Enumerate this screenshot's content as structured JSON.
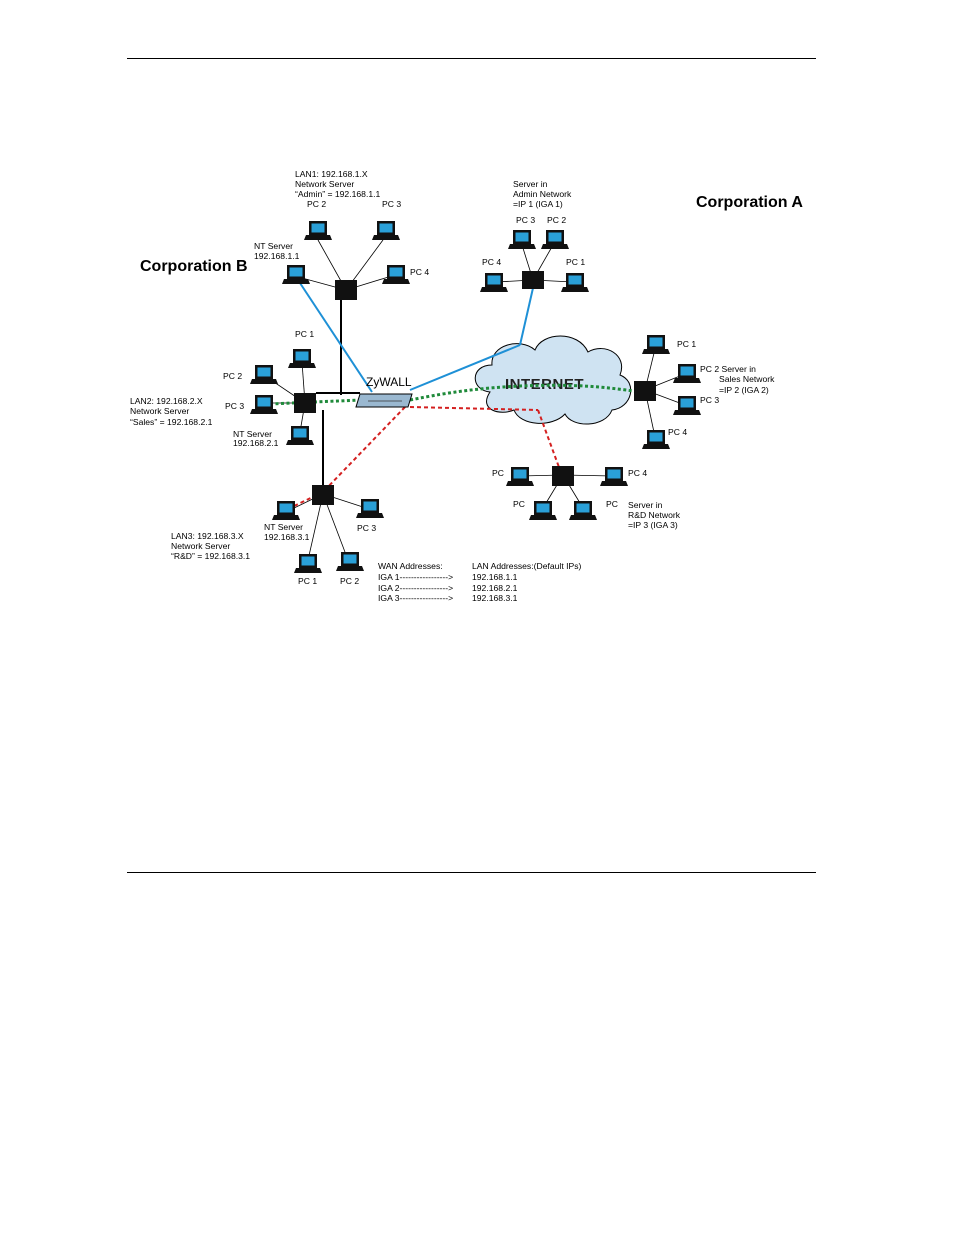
{
  "labels": {
    "corp_a": "Corporation A",
    "corp_b": "Corporation B",
    "internet": "INTERNET",
    "zywall": "ZyWALL",
    "lan1": [
      "LAN1: 192.168.1.X",
      "Network Server",
      "“Admin” = 192.168.1.1"
    ],
    "lan2": [
      "LAN2: 192.168.2.X",
      "Network Server",
      "“Sales” = 192.168.2.1"
    ],
    "lan3": [
      "LAN3: 192.168.3.X",
      "Network Server",
      "“R&D” = 192.168.3.1"
    ],
    "nt1": [
      "NT Server",
      "192.168.1.1"
    ],
    "nt2": [
      "NT Server",
      "192.168.2.1"
    ],
    "nt3": [
      "NT Server",
      "192.168.3.1"
    ],
    "admin_srv": [
      "Server in",
      "Admin Network",
      "=IP 1 (IGA 1)"
    ],
    "sales_srv": [
      "PC 2 Server in",
      "Sales Network",
      "=IP 2 (IGA 2)"
    ],
    "rd_srv": [
      "Server in",
      "R&D Network",
      "=IP 3 (IGA 3)"
    ],
    "pc1": "PC 1",
    "pc2": "PC 2",
    "pc3": "PC 3",
    "pc4": "PC 4",
    "pc": "PC"
  },
  "address_table": {
    "wan_header": "WAN Addresses:",
    "lan_header": "LAN Addresses:(Default IPs)",
    "rows": [
      {
        "wan": "IGA 1-----------------> ",
        "lan": "192.168.1.1"
      },
      {
        "wan": "IGA 2-----------------> ",
        "lan": "192.168.2.1"
      },
      {
        "wan": "IGA 3-----------------> ",
        "lan": "192.168.3.1"
      }
    ]
  },
  "colors": {
    "admin_link": "#1e90d6",
    "sales_link": "#1f8a3a",
    "rd_link": "#d42020",
    "cloud": "#cfe3f2",
    "hub": "#111111",
    "monitor_screen": "#2aa0d8"
  }
}
